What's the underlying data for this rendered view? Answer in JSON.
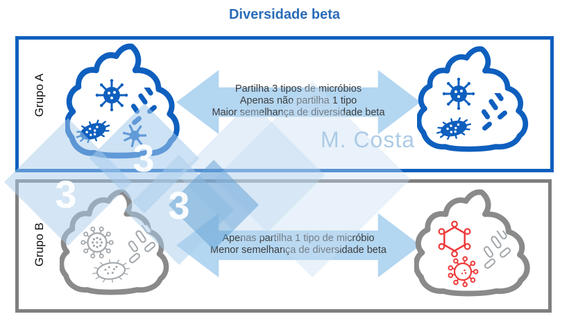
{
  "title": "Diversidade beta",
  "colors": {
    "title_blue": "#2a6cb8",
    "group_a_blue": "#0e5fbe",
    "group_b_gray": "#7f7f7f",
    "microbe_gray": "#a2a7ab",
    "microbe_red": "#ee3a3a",
    "arrow_light_blue": "#b3d6f1",
    "watermark_light_blue": "#a5cbec"
  },
  "groups": [
    {
      "label": "Grupo A",
      "arrow_lines": [
        "Partilha 3 tipos de micróbios",
        "Apenas não partilha 1 tipo",
        "Maior semelhança de diversidade beta"
      ],
      "left_sample_microbes": [
        "virus",
        "rod-bacteria",
        "ciliated-bacterium",
        "star-virus"
      ],
      "right_sample_microbes": [
        "virus",
        "rod-bacteria",
        "ciliated-bacterium"
      ]
    },
    {
      "label": "Grupo B",
      "arrow_lines": [
        "Apenas partilha 1 tipo de micróbio",
        "Menor semelhança de diversidade beta"
      ],
      "left_sample_microbes": [
        "virus",
        "rod-bacteria",
        "ciliated-bacterium"
      ],
      "right_sample_microbes": [
        "hexagon-molecule",
        "rod-bacteria",
        "virus"
      ]
    }
  ],
  "watermark": {
    "author": "M. Costa",
    "threes": [
      "3",
      "3",
      "3"
    ]
  }
}
